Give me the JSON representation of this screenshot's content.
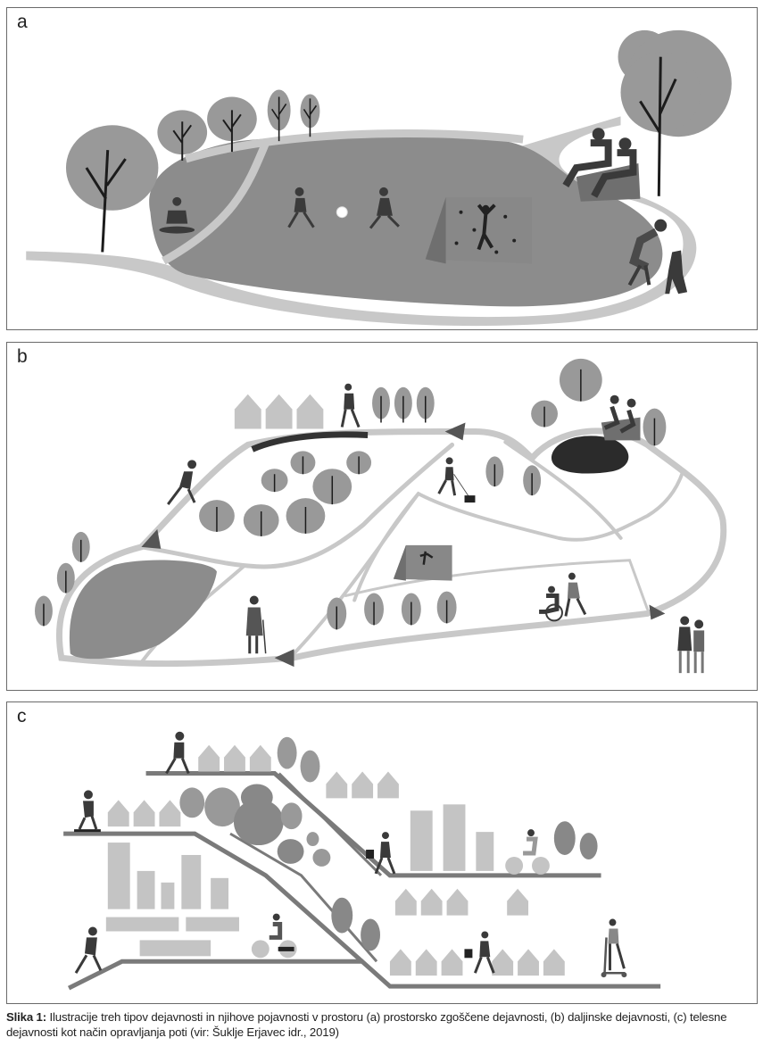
{
  "panels": {
    "a": {
      "letter": "a"
    },
    "b": {
      "letter": "b"
    },
    "c": {
      "letter": "c"
    }
  },
  "caption": {
    "label": "Slika 1:",
    "text": "Ilustracije treh tipov dejavnosti in njihove pojavnosti v prostoru (a) prostorsko zgoščene dejavnosti, (b) daljinske dejavnosti, (c) telesne dejavnosti kot način opravljanja poti (vir: Šuklje Erjavec idr., 2019)"
  },
  "colors": {
    "lawn": "#8c8c8c",
    "path": "#c8c8c8",
    "tree_canopy": "#999999",
    "tree_trunk": "#1c1c1c",
    "water": "#2b2b2b",
    "house": "#c4c4c4",
    "road": "#7a7a7a",
    "figure": "#3a3a3a"
  },
  "icons": [
    "tree-icon",
    "person-icon",
    "house-icon",
    "building-icon",
    "climbing-wall-icon",
    "arrow-head-icon",
    "dog-icon",
    "bench-icon",
    "bicycle-icon",
    "scooter-icon",
    "wheelchair-icon",
    "pond-icon",
    "ball-icon"
  ]
}
